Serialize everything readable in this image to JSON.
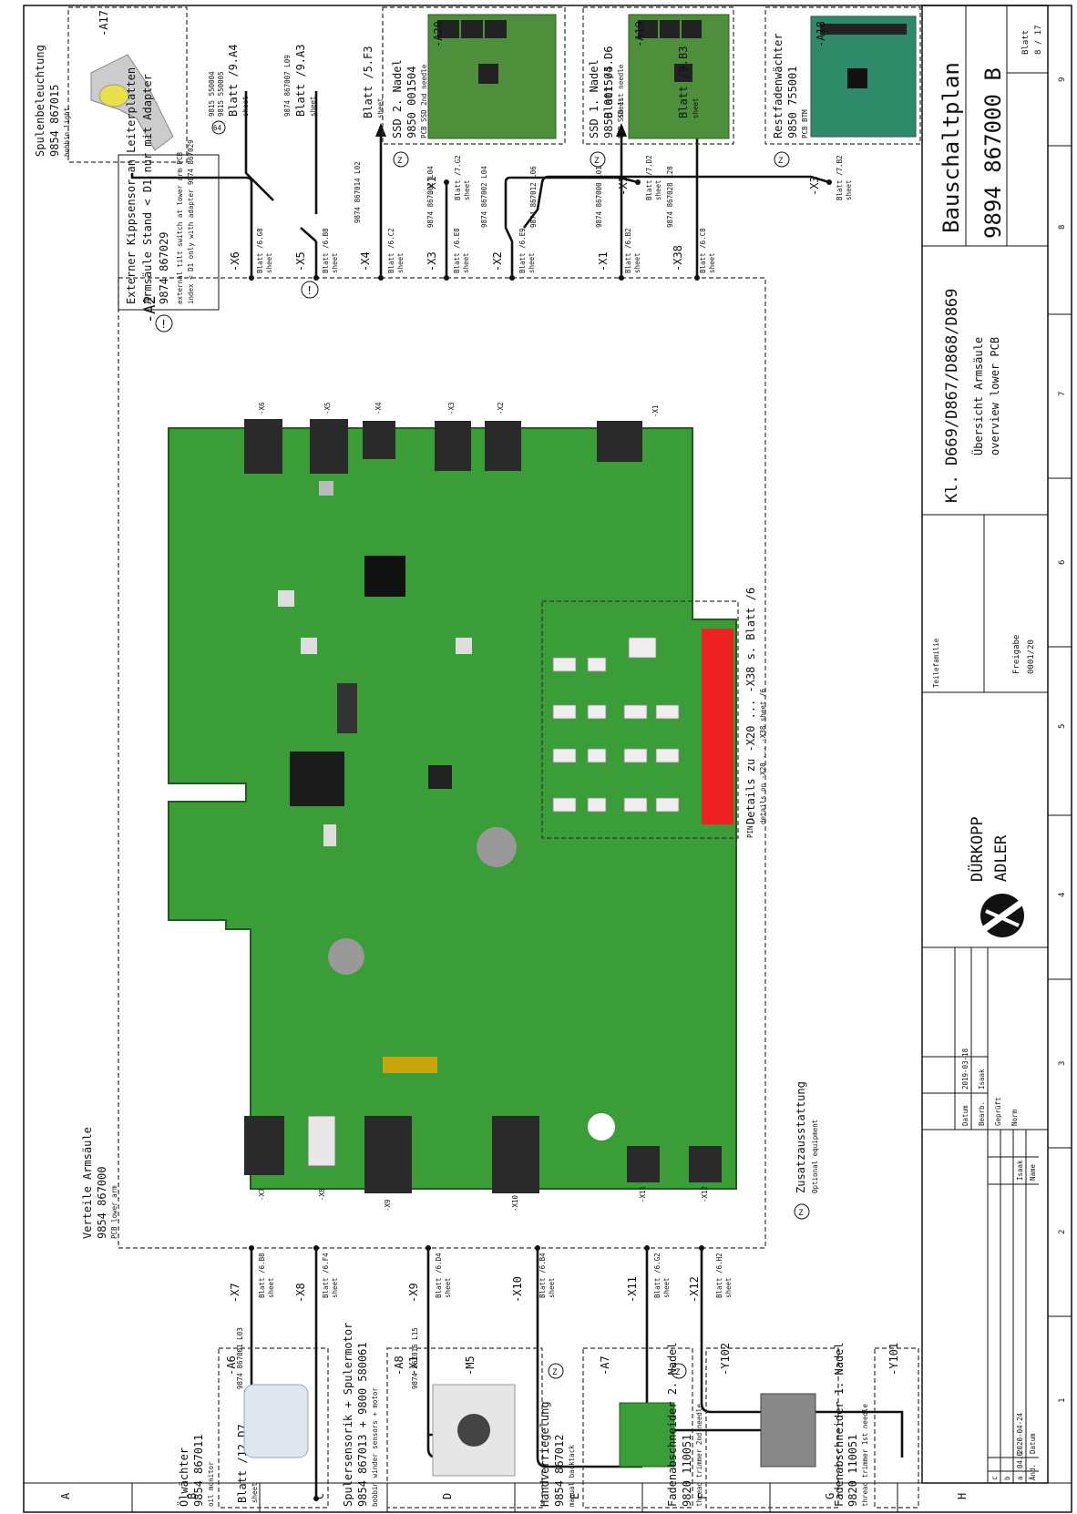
{
  "frame": {
    "rows": [
      "A",
      "B",
      "C",
      "D",
      "E",
      "F",
      "G",
      "H"
    ],
    "cols": [
      "1",
      "2",
      "3",
      "4",
      "5",
      "6",
      "7",
      "8",
      "9"
    ]
  },
  "title_block": {
    "title": "Bauschaltplan",
    "number": "9894  867000 B",
    "sheet_label": "Blatt",
    "sheet_value": "8 / 17",
    "class": "Kl. D669/D867/D868/D869",
    "desc_de": "Übersicht Armsäule",
    "desc_en": "overview lower PCB",
    "brand_top": "DÜRKOPP",
    "brand_bottom": "ADLER",
    "teilefamilie": "Teilefamilie",
    "freigabe": "Freigabe",
    "freigabe_val": "0001/20",
    "datum": "Datum",
    "datum_val": "2019-03-18",
    "bearb": "Bearb.",
    "bearb_val": "Isaak",
    "gepr": "Geprüft",
    "norm": "Norm",
    "rev_a": "a",
    "rev_a_idx": "04.0",
    "rev_a_date": "2020-04-24",
    "rev_a_name": "Isaak",
    "rev_b": "b",
    "rev_c": "c",
    "and": "Änd.",
    "rev_datum": "Datum",
    "rev_name": "Name"
  },
  "modules": {
    "a17": {
      "ref": "-A17",
      "name": "Spulenbeleuchtung",
      "part": "9854 867015",
      "en": "bobbin light"
    },
    "a20": {
      "ref": "-A20",
      "name": "SSD 2. Nadel",
      "part": "9850 001504",
      "en": "PCB SSD 2nd needle",
      "port": "-X1",
      "link": "Blatt /7.G2"
    },
    "a19": {
      "ref": "-A19",
      "name": "SSD 1. Nadel",
      "part": "9850 001504",
      "en": "PCB SSD 1st needle",
      "port": "-X1",
      "link": "Blatt /7.D2"
    },
    "a18": {
      "ref": "-A18",
      "name": "Restfadenwächter",
      "part": "9850 755001",
      "en": "PCB BTM",
      "port": "-X3",
      "link": "Blatt /7.B2"
    },
    "a2": {
      "ref": "-A2",
      "name": "Verteile Armsäule",
      "part": "9854 867000",
      "en": "PCB lower arm"
    },
    "a6": {
      "ref": "-A6",
      "name": "Ölwächter",
      "part": "9854 867011",
      "en": "oil monitor"
    },
    "a8": {
      "ref": "-A8",
      "ref2": "-M5",
      "port": "-X1",
      "name": "Spulersensorik + Spulermotor",
      "part": "9854 867013 + 9800 580061",
      "en": "bobbin winder sensors + motor"
    },
    "a7": {
      "ref": "-A7",
      "name": "Handverriegelung",
      "part": "9854 867012",
      "en": "manual backtack"
    },
    "y102": {
      "ref": "-Y102",
      "name": "Fadenabschneider 2. Nadel",
      "part": "9820 110051",
      "en": "thread trimmer 2nd needle"
    },
    "y101": {
      "ref": "-Y101",
      "name": "Fadenabschneider 1. Nadel",
      "part": "9820 110051",
      "en": "thread trimmer 1st needle"
    }
  },
  "note_box": {
    "l1": "Externer Kippsensor an Leiterplatten",
    "l2": "Armsäule Stand < D1 nur mit Adapter",
    "l3": "9874 867029",
    "l4": "external tilt switch at lower arm PCB",
    "l5": "index < D1 only with adapter 9874 867029"
  },
  "details": {
    "de": "Details zu -X20 ... -X38 s. Blatt /6",
    "en": "details on -X20 ... -X38 sheet /6",
    "pin": "PIN 1"
  },
  "optional": {
    "de": "Zusatzausstattung",
    "en": "Optional equipment",
    "mark": "Z"
  },
  "top_ports": [
    {
      "id": "X6",
      "label": "-X6",
      "link": "Blatt /6.G8",
      "sheet": "sheet",
      "pcb": "-X6"
    },
    {
      "id": "X5",
      "label": "-X5",
      "link": "Blatt /6.B8",
      "sheet": "sheet",
      "pcb": "-X5"
    },
    {
      "id": "X4",
      "label": "-X4",
      "link": "Blatt /6.C2",
      "sheet": "sheet",
      "pcb": "-X4"
    },
    {
      "id": "X3",
      "label": "-X3",
      "link": "Blatt /6.E8",
      "sheet": "sheet",
      "pcb": "-X3"
    },
    {
      "id": "X2",
      "label": "-X2",
      "link": "Blatt /6.E9",
      "sheet": "sheet",
      "pcb": "-X2"
    },
    {
      "id": "X1",
      "label": "-X1",
      "link": "Blatt /6.B2",
      "sheet": "sheet",
      "pcb": "-X1"
    },
    {
      "id": "X38",
      "label": "-X38",
      "link": "Blatt /6.C8",
      "sheet": "sheet"
    }
  ],
  "bottom_ports": [
    {
      "id": "X7",
      "label": "-X7",
      "link": "Blatt /6.B8",
      "sheet": "sheet",
      "pcb": "-X7"
    },
    {
      "id": "X8",
      "label": "-X8",
      "link": "Blatt /6.F4",
      "sheet": "sheet",
      "pcb": "-X8"
    },
    {
      "id": "X9",
      "label": "-X9",
      "link": "Blatt /6.D4",
      "sheet": "sheet",
      "pcb": "-X9"
    },
    {
      "id": "X10",
      "label": "-X10",
      "link": "Blatt /6.B4",
      "sheet": "sheet",
      "pcb": "-X10"
    },
    {
      "id": "X11",
      "label": "-X11",
      "link": "Blatt /6.G2",
      "sheet": "sheet",
      "pcb": "-X11"
    },
    {
      "id": "X12",
      "label": "-X12",
      "link": "Blatt /6.H2",
      "sheet": "sheet",
      "pcb": "-X12"
    }
  ],
  "cables": {
    "x4": "9874 867014 L02",
    "x4_dest": "Blatt /5.F3",
    "x3": "9874 867002 L04",
    "x2": "9874 867002 L04",
    "x2b": "9874 867012 L06",
    "x1": "9874 867000 L01",
    "x1_dest": "Blatt /5.D6",
    "x38": "9874 867028 L28",
    "x38_dest": "Blatt /9.B3",
    "x5a": "9815 550004",
    "x5b": "9815 550005",
    "x5_dest": "Blatt /9.A4",
    "x5c": "9874 867007 L09",
    "x5c_dest": "Blatt /9.A3",
    "x7": "9874 867001 L03",
    "x7_dest": "Blatt /12.D7",
    "x9": "9874 867016 L15",
    "sheet": "sheet",
    "mark_excl": "!",
    "mark_64": "64"
  }
}
